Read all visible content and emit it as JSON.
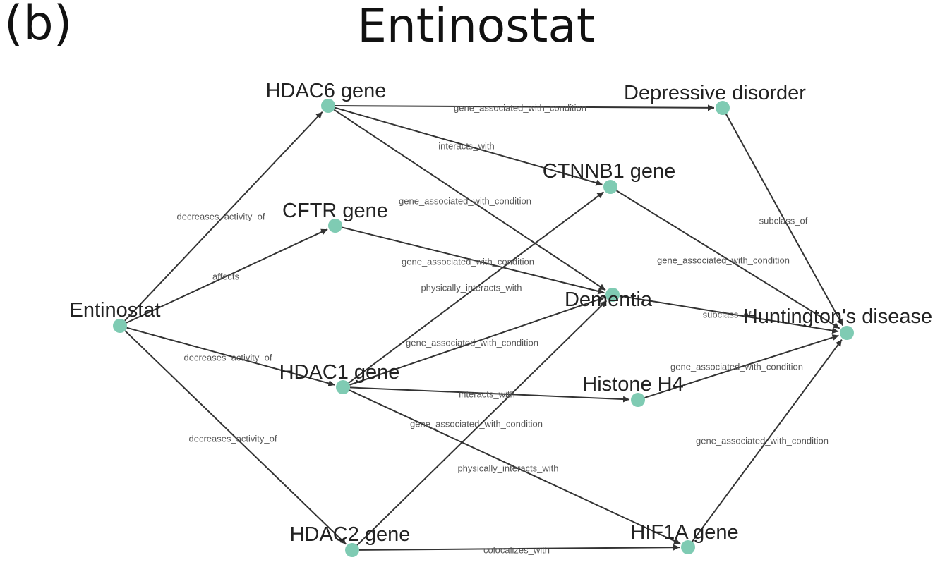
{
  "header": {
    "panel_label": "(b)",
    "title": "Entinostat"
  },
  "colors": {
    "node": "#7fcbb3",
    "edge": "#333333"
  },
  "nodes": [
    {
      "id": "entinostat",
      "label": "Entinostat"
    },
    {
      "id": "hdac6",
      "label": "HDAC6 gene"
    },
    {
      "id": "cftr",
      "label": "CFTR gene"
    },
    {
      "id": "hdac1",
      "label": "HDAC1 gene"
    },
    {
      "id": "hdac2",
      "label": "HDAC2 gene"
    },
    {
      "id": "depressive",
      "label": "Depressive disorder"
    },
    {
      "id": "ctnnb1",
      "label": "CTNNB1 gene"
    },
    {
      "id": "dementia",
      "label": "Dementia"
    },
    {
      "id": "histone",
      "label": "Histone H4"
    },
    {
      "id": "hif1a",
      "label": "HIF1A gene"
    },
    {
      "id": "huntington",
      "label": "Huntington's disease"
    }
  ],
  "edges": [
    {
      "source": "entinostat",
      "target": "hdac6",
      "label": "decreases_activity_of"
    },
    {
      "source": "entinostat",
      "target": "cftr",
      "label": "affects"
    },
    {
      "source": "entinostat",
      "target": "hdac1",
      "label": "decreases_activity_of"
    },
    {
      "source": "entinostat",
      "target": "hdac2",
      "label": "decreases_activity_of"
    },
    {
      "source": "hdac6",
      "target": "depressive",
      "label": "gene_associated_with_condition"
    },
    {
      "source": "hdac6",
      "target": "ctnnb1",
      "label": "interacts_with"
    },
    {
      "source": "hdac6",
      "target": "dementia",
      "label": "gene_associated_with_condition"
    },
    {
      "source": "cftr",
      "target": "dementia",
      "label": "gene_associated_with_condition"
    },
    {
      "source": "hdac1",
      "target": "ctnnb1",
      "label": "physically_interacts_with"
    },
    {
      "source": "hdac1",
      "target": "dementia",
      "label": "gene_associated_with_condition"
    },
    {
      "source": "hdac1",
      "target": "histone",
      "label": "interacts_with"
    },
    {
      "source": "hdac1",
      "target": "hif1a",
      "label": "gene_associated_with_condition"
    },
    {
      "source": "hdac2",
      "target": "dementia",
      "label": "physically_interacts_with"
    },
    {
      "source": "hdac2",
      "target": "hif1a",
      "label": "colocalizes_with"
    },
    {
      "source": "depressive",
      "target": "huntington",
      "label": "subclass_of"
    },
    {
      "source": "ctnnb1",
      "target": "huntington",
      "label": "gene_associated_with_condition"
    },
    {
      "source": "dementia",
      "target": "huntington",
      "label": "subclass_of"
    },
    {
      "source": "histone",
      "target": "huntington",
      "label": "gene_associated_with_condition"
    },
    {
      "source": "hif1a",
      "target": "huntington",
      "label": "gene_associated_with_condition"
    }
  ]
}
